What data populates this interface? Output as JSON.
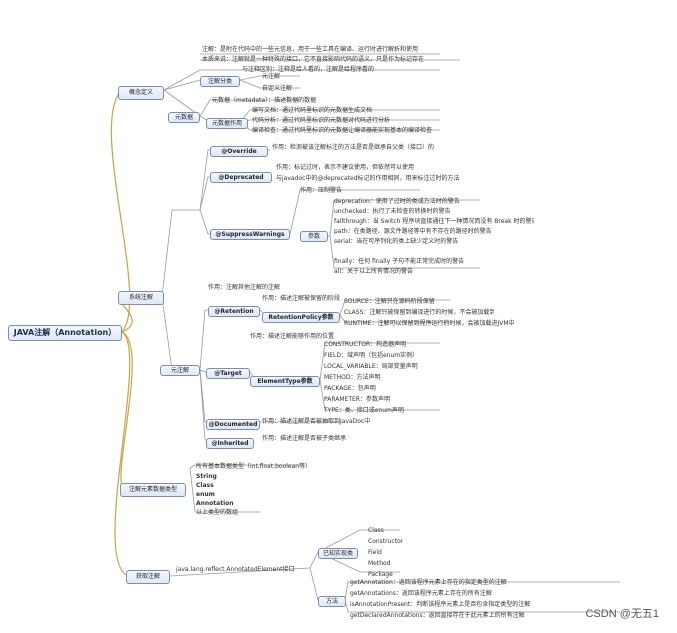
{
  "root": "JAVA注解（Annotation）",
  "branches": {
    "concept": "概念定义",
    "meta_ann": "元注解",
    "builtin": "系统注解",
    "types": "注解元素数据类型",
    "reflect": "获取注解"
  },
  "concept": {
    "def": "注解：是附在代码中的一些元信息，用于一些工具在编译、运行时进行解析和使用",
    "summary": "本质来说：注解就是一种特殊的接口，它不直接影响代码的语义，只是作为标记存在",
    "note": "与注释区别：注释是给人看的，注解是给程序看的",
    "kind_label": "注解分类",
    "kinds": [
      "元注解",
      "自定义注解"
    ],
    "meta_label": "元数据",
    "meta_desc": "元数据（metadata）：描述数据的数据",
    "role_label": "元数据作用",
    "roles": [
      "编写文档：通过代码里标识的元数据生成文档",
      "代码分析：通过代码里标识的元数据对代码进行分析",
      "编译检查：通过代码里标识的元数据让编译器能实现基本的编译检查"
    ]
  },
  "builtin": {
    "override": "@Override",
    "override_desc": "作用：检测被该注解标注的方法是否是继承自父类（接口）的",
    "deprecated": "@Deprecated",
    "deprecated_desc1": "作用：标记过时，表示不建议使用，但依然可以使用",
    "deprecated_desc2": "与javadoc中的@deprecated标记的作用相同，用来标注过时的方法",
    "suppress": "@SuppressWarnings",
    "suppress_desc": "作用：压制警告",
    "params_label": "参数",
    "params": [
      "deprecation：使用了过时的类或方法时的警告",
      "unchecked：执行了未检查的转换时的警告",
      "fallthrough：当 Switch 程序块直接通往下一种情况而没有 Break 时的警告",
      "path：在类路径、源文件路径等中有不存在的路径时的警告",
      "serial：当在可序列化的类上缺少定义时的警告",
      "finally：任何 finally 子句不能正常完成时的警告",
      "all：关于以上所有情况的警告"
    ]
  },
  "meta": {
    "desc": "作用：注解其他注解的注解",
    "retention": "@Retention",
    "retention_desc": "作用：描述注解被保留的阶段",
    "policy_label": "RetentionPolicy参数",
    "policies": [
      "SOURCE：注解只在源码阶段保留",
      "CLASS：注解只被保留到编译进行的时候，不会被加载到JVM中",
      "RUNTIME：注解可以保留到程序运行的时候，会被加载进JVM中"
    ],
    "target": "@Target",
    "target_desc": "作用：描述注解能够作用的位置",
    "etype_label": "ElementType参数",
    "etypes": [
      "CONSTRUCTOR：构造器声明",
      "FIELD：域声明（包括enum实例）",
      "LOCAL_VARIABLE：局部变量声明",
      "METHOD：方法声明",
      "PACKAGE：包声明",
      "PARAMETER：参数声明",
      "TYPE：类、接口或enum声明"
    ],
    "documented": "@Documented",
    "documented_desc": "作用：描述注解是否被抽取到JavaDoc中",
    "inherited": "@Inherited",
    "inherited_desc": "作用：描述注解是否被子类继承"
  },
  "types": [
    "所有基本数据类型（int,float,boolean等）",
    "String",
    "Class",
    "enum",
    "Annotation",
    "以上类型的数组"
  ],
  "reflect": {
    "iface": "java.lang.reflect.AnnotatedElement接口",
    "impl_label": "已知实现类",
    "impls": [
      "Class",
      "Constructor",
      "Field",
      "Method",
      "Package"
    ],
    "methods_label": "方法",
    "methods": [
      "getAnnotation：返回该程序元素上存在的指定类型的注解",
      "getAnnotations：返回该程序元素上存在的所有注解",
      "isAnnotationPresent：判断该程序元素上是否包含指定类型的注解",
      "getDeclaredAnnotations：返回直接存在于此元素上的所有注解"
    ]
  },
  "watermark": "CSDN @无五1"
}
